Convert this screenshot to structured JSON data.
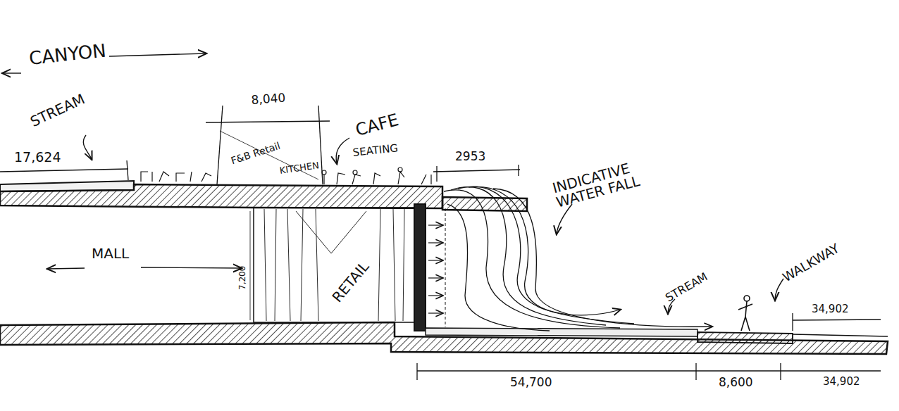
{
  "diagram": {
    "labels": [
      "CANYON",
      "STREAM",
      "17,624",
      "8,040",
      "F&B Retail",
      "KITCHEN",
      "CAFE",
      "SEATING",
      "2953",
      "INDICATIVE WATER FALL",
      "MALL",
      "7,200",
      "RETAIL",
      "STREAM",
      "WALKWAY",
      "34,902",
      "54,700",
      "8,600",
      "34,902"
    ]
  }
}
